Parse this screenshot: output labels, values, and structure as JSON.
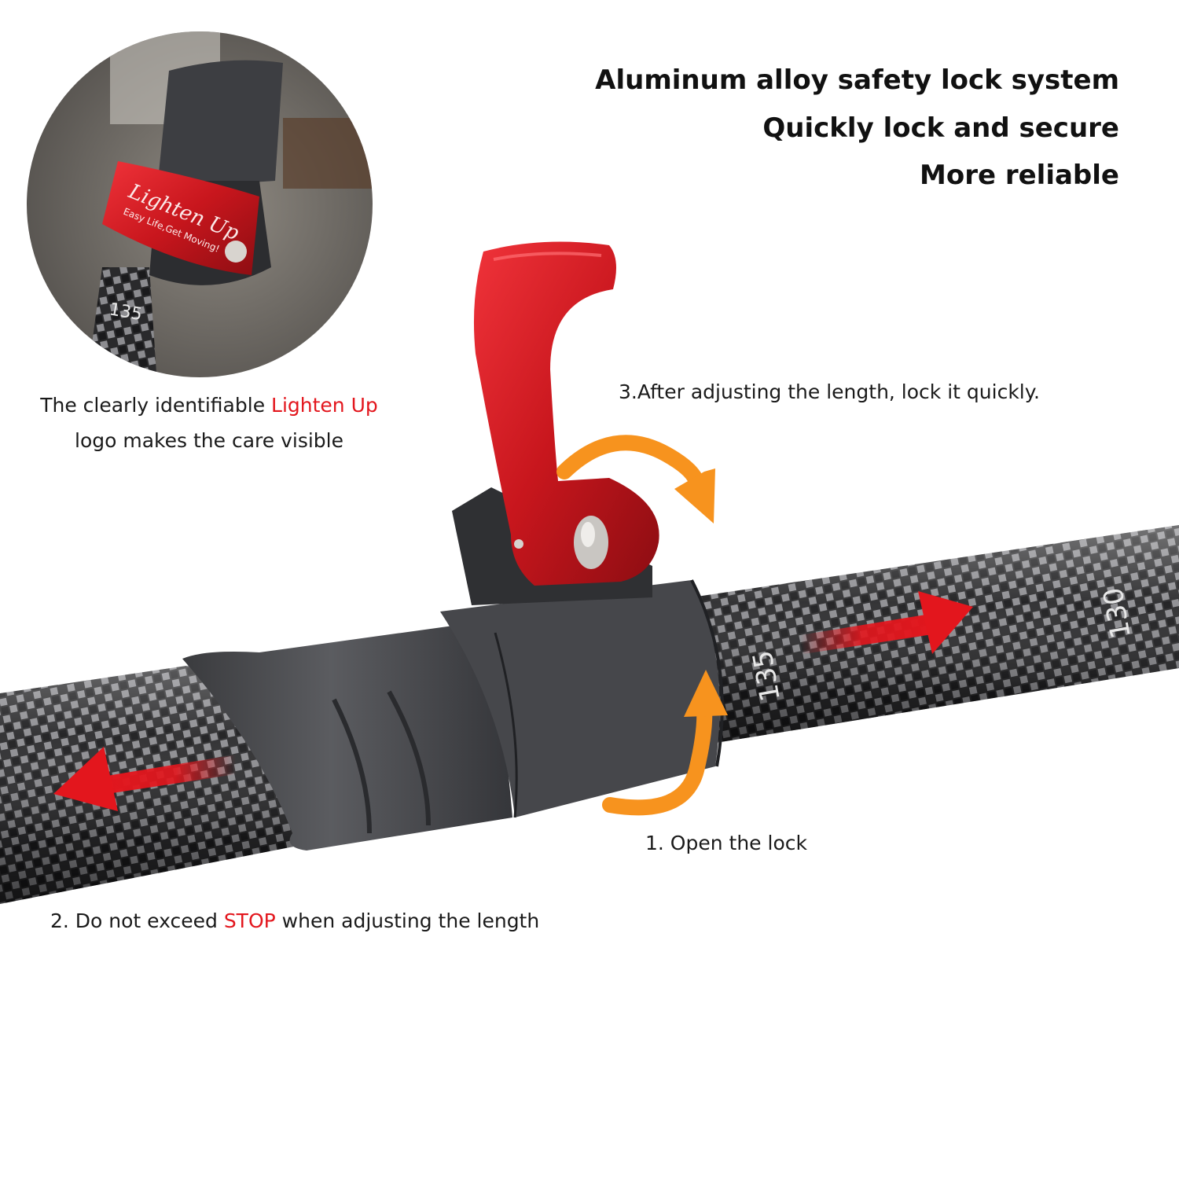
{
  "headlines": [
    "Aluminum alloy safety lock system",
    "Quickly lock and secure",
    "More reliable"
  ],
  "inset": {
    "caption_before": "The clearly identifiable ",
    "caption_highlight": "Lighten Up",
    "caption_after": "logo makes the care visible",
    "clip_brand": "Lighten Up",
    "clip_tagline": "Easy Life,Get Moving!",
    "pole_marking": "135"
  },
  "steps": {
    "step1": "1. Open the lock",
    "step2_before": "2. Do not exceed ",
    "step2_highlight": "STOP",
    "step2_after": " when adjusting the length",
    "step3": "3.After adjusting the length, lock it quickly."
  },
  "pole_markings": {
    "near": "135",
    "far": "130"
  },
  "colors": {
    "accent_red": "#e3161d",
    "arrow_orange": "#f7931e",
    "lever_red": "#c8161d",
    "text_dark": "#111111"
  }
}
